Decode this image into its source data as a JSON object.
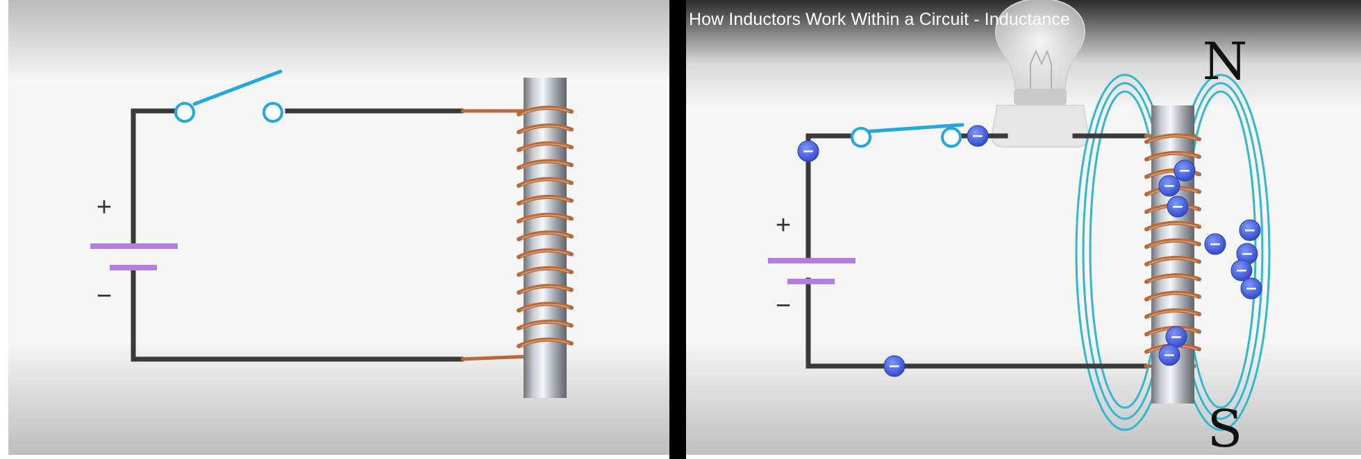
{
  "video": {
    "title": "How Inductors Work Within a Circuit - Inductance"
  },
  "labels": {
    "north_pole": "N",
    "south_pole": "S",
    "battery_positive": "+",
    "battery_negative": "−",
    "electron_charge": "−"
  },
  "panels": [
    {
      "id": "left",
      "switch_state": "open",
      "electrons_shown": 0,
      "magnetic_field_shown": false
    },
    {
      "id": "right",
      "switch_state": "closed",
      "electrons_shown": 13,
      "magnetic_field_shown": true,
      "lamp_shown": true
    }
  ],
  "colors": {
    "wire": "#3a3a3a",
    "copper": "#b8693a",
    "battery_plate": "#b57de0",
    "switch": "#22a8e0",
    "field_lines": "#2fb8d0",
    "electron": "#3c5ce0",
    "divider": "#000000"
  }
}
